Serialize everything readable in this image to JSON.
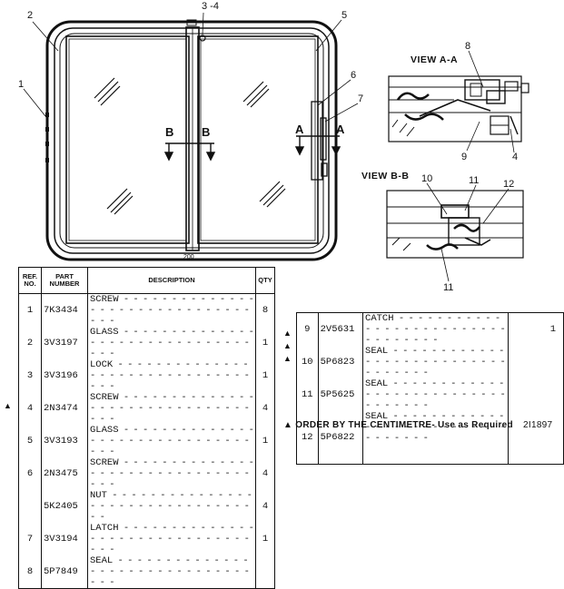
{
  "callouts": {
    "c1": "1",
    "c2": "2",
    "c34": "3 -4",
    "c5": "5",
    "c6": "6",
    "c7": "7",
    "c8": "8",
    "c9": "9",
    "c4": "4",
    "c10": "10",
    "c11a": "11",
    "c12": "12",
    "c11b": "11"
  },
  "section_marks": {
    "b_left": "B",
    "b_right": "B",
    "a_left": "A",
    "a_right": "A"
  },
  "views": {
    "view_a": "VIEW A-A",
    "view_b": "VIEW B-B"
  },
  "frame_label": "200",
  "table": {
    "headers": {
      "ref": "REF. NO.",
      "part": "PART NUMBER",
      "desc": "DESCRIPTION",
      "qty": "QTY"
    },
    "left_rows": [
      {
        "mark": "",
        "ref": "1",
        "part": "7K3434",
        "desc": "SCREW",
        "qty": "8"
      },
      {
        "mark": "",
        "ref": "2",
        "part": "3V3197",
        "desc": "GLASS",
        "qty": "1"
      },
      {
        "mark": "",
        "ref": "3",
        "part": "3V3196",
        "desc": "LOCK",
        "qty": "1"
      },
      {
        "mark": "",
        "ref": "4",
        "part": "2N3474",
        "desc": "SCREW",
        "qty": "4"
      },
      {
        "mark": "",
        "ref": "5",
        "part": "3V3193",
        "desc": "GLASS",
        "qty": "1"
      },
      {
        "mark": "",
        "ref": "6",
        "part": "2N3475",
        "desc": "SCREW",
        "qty": "4"
      },
      {
        "mark": "",
        "ref": "",
        "part": "5K2405",
        "desc": "NUT",
        "qty": "4"
      },
      {
        "mark": "",
        "ref": "7",
        "part": "3V3194",
        "desc": "LATCH",
        "qty": "1"
      },
      {
        "mark": "▲",
        "ref": "8",
        "part": "5P7849",
        "desc": "SEAL",
        "qty": ""
      }
    ],
    "right_rows": [
      {
        "mark": "",
        "ref": "9",
        "part": "2V5631",
        "desc": "CATCH",
        "qty": "1"
      },
      {
        "mark": "▲",
        "ref": "10",
        "part": "5P6823",
        "desc": "SEAL",
        "qty": ""
      },
      {
        "mark": "▲",
        "ref": "11",
        "part": "5P5625",
        "desc": "SEAL",
        "qty": ""
      },
      {
        "mark": "▲",
        "ref": "12",
        "part": "5P6822",
        "desc": "SEAL",
        "qty": ""
      }
    ]
  },
  "footnote": "▲ ORDER BY THE CENTIMETRE- Use as Required",
  "drawing_number": "2I1897"
}
